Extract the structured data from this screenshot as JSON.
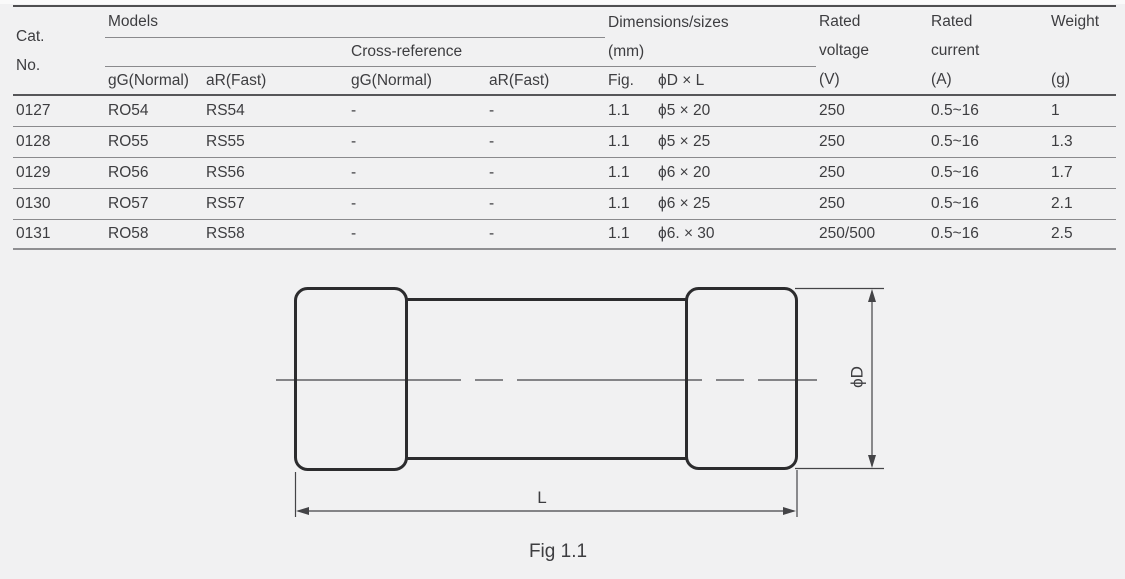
{
  "colors": {
    "background": "#f1f1f2",
    "text": "#3d3d40",
    "line_thin": "#8a8a8d",
    "line_thick": "#565659",
    "diagram_stroke": "#2c2c2e"
  },
  "table": {
    "header": {
      "cat_line1": "Cat.",
      "cat_line2": "No.",
      "models": "Models",
      "cross_reference": "Cross-reference",
      "dimensions_line1": "Dimensions/sizes",
      "dimensions_line2": "(mm)",
      "sub_models_gg": "gG(Normal)",
      "sub_models_ar": "aR(Fast)",
      "sub_cr_gg": "gG(Normal)",
      "sub_cr_ar": "aR(Fast)",
      "sub_fig": "Fig.",
      "sub_dxl": "ϕD × L",
      "voltage_line1": "Rated",
      "voltage_line2": "voltage",
      "voltage_line3": "(V)",
      "current_line1": "Rated",
      "current_line2": "current",
      "current_line3": "(A)",
      "weight_line1": "Weight",
      "weight_line3": "(g)"
    },
    "rows": [
      {
        "cat": "0127",
        "model_gg": "RO54",
        "model_ar": "RS54",
        "cr_gg": "-",
        "cr_ar": "-",
        "fig": "1.1",
        "dxl": "ϕ5 × 20",
        "voltage": "250",
        "current": "0.5~16",
        "weight": "1"
      },
      {
        "cat": "0128",
        "model_gg": "RO55",
        "model_ar": "RS55",
        "cr_gg": "-",
        "cr_ar": "-",
        "fig": "1.1",
        "dxl": "ϕ5 × 25",
        "voltage": "250",
        "current": "0.5~16",
        "weight": "1.3"
      },
      {
        "cat": "0129",
        "model_gg": "RO56",
        "model_ar": "RS56",
        "cr_gg": "-",
        "cr_ar": "-",
        "fig": "1.1",
        "dxl": "ϕ6 × 20",
        "voltage": "250",
        "current": "0.5~16",
        "weight": "1.7"
      },
      {
        "cat": "0130",
        "model_gg": "RO57",
        "model_ar": "RS57",
        "cr_gg": "-",
        "cr_ar": "-",
        "fig": "1.1",
        "dxl": "ϕ6 × 25",
        "voltage": "250",
        "current": "0.5~16",
        "weight": "2.1"
      },
      {
        "cat": "0131",
        "model_gg": "RO58",
        "model_ar": "RS58",
        "cr_gg": "-",
        "cr_ar": "-",
        "fig": "1.1",
        "dxl": "ϕ6. × 30",
        "voltage": "250/500",
        "current": "0.5~16",
        "weight": "2.5"
      }
    ]
  },
  "figure": {
    "phi_d_label": "ϕD",
    "l_label": "L",
    "caption": "Fig 1.1"
  }
}
